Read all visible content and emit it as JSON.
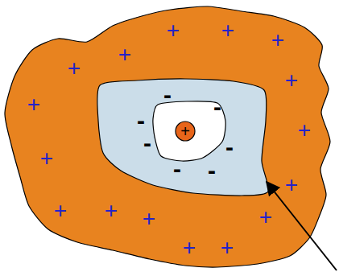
{
  "diagram": {
    "nodes": [
      {
        "text": [
          "+",
          "+",
          "+",
          "+",
          "+",
          "+",
          "+",
          "+",
          "+",
          "+",
          "+",
          "+",
          "+",
          "+",
          "+",
          "+"
        ]
      },
      {
        "text": [
          "-",
          "-",
          "-",
          "-",
          "-",
          "-",
          "-"
        ],
        "in": 0
      },
      {
        "text": [
          "+"
        ],
        "in": 1
      }
    ]
  }
}
